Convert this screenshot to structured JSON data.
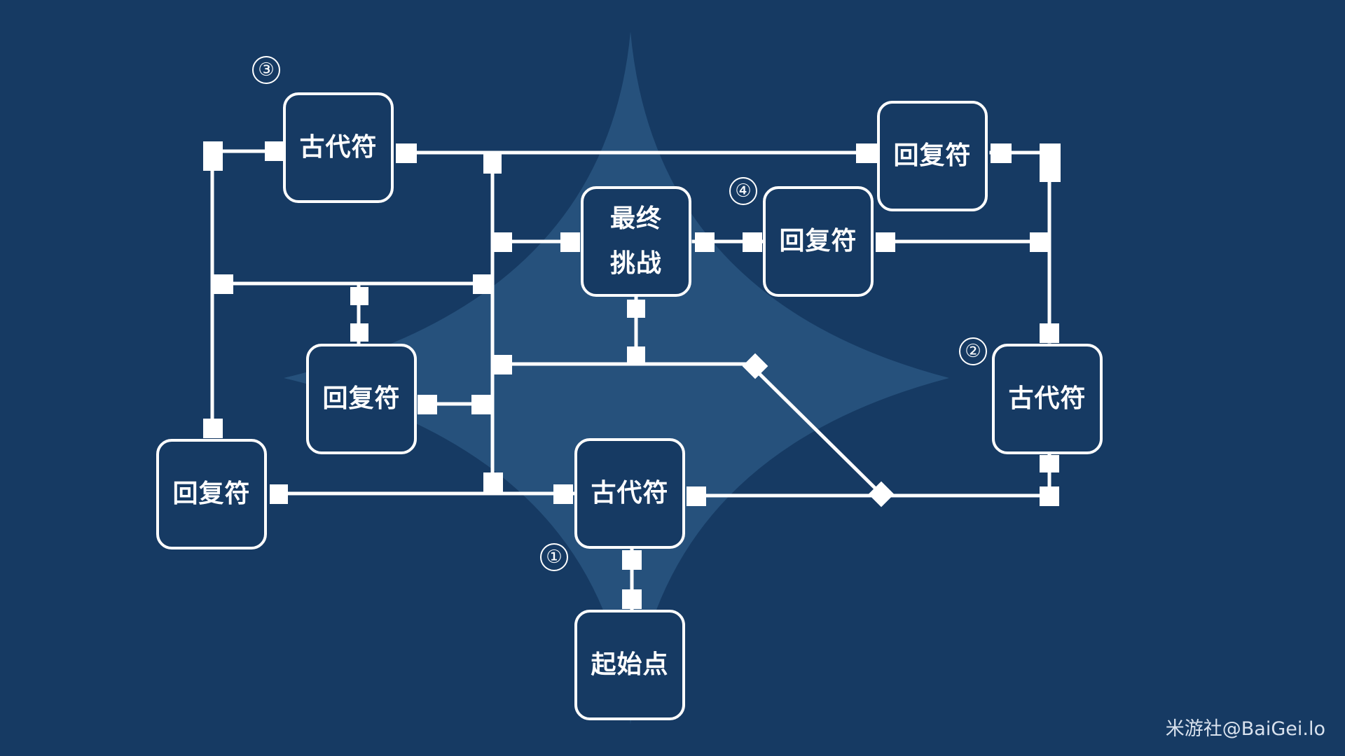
{
  "nodes": {
    "start": {
      "label": "起始点"
    },
    "ancient_center": {
      "label": "古代符"
    },
    "ancient_top": {
      "label": "古代符"
    },
    "ancient_right": {
      "label": "古代符"
    },
    "recovery_left": {
      "label": "回复符"
    },
    "recovery_mid": {
      "label": "回复符"
    },
    "recovery_top_right": {
      "label": "回复符"
    },
    "recovery_center_right": {
      "label": "回复符"
    },
    "final": {
      "line1": "最终",
      "line2": "挑战"
    }
  },
  "markers": {
    "m1": "①",
    "m2": "②",
    "m3": "③",
    "m4": "④"
  },
  "watermark": "米游社@BaiGei.lo",
  "colors": {
    "background": "#163a63",
    "line": "#ffffff",
    "star": "#2c5a84"
  }
}
